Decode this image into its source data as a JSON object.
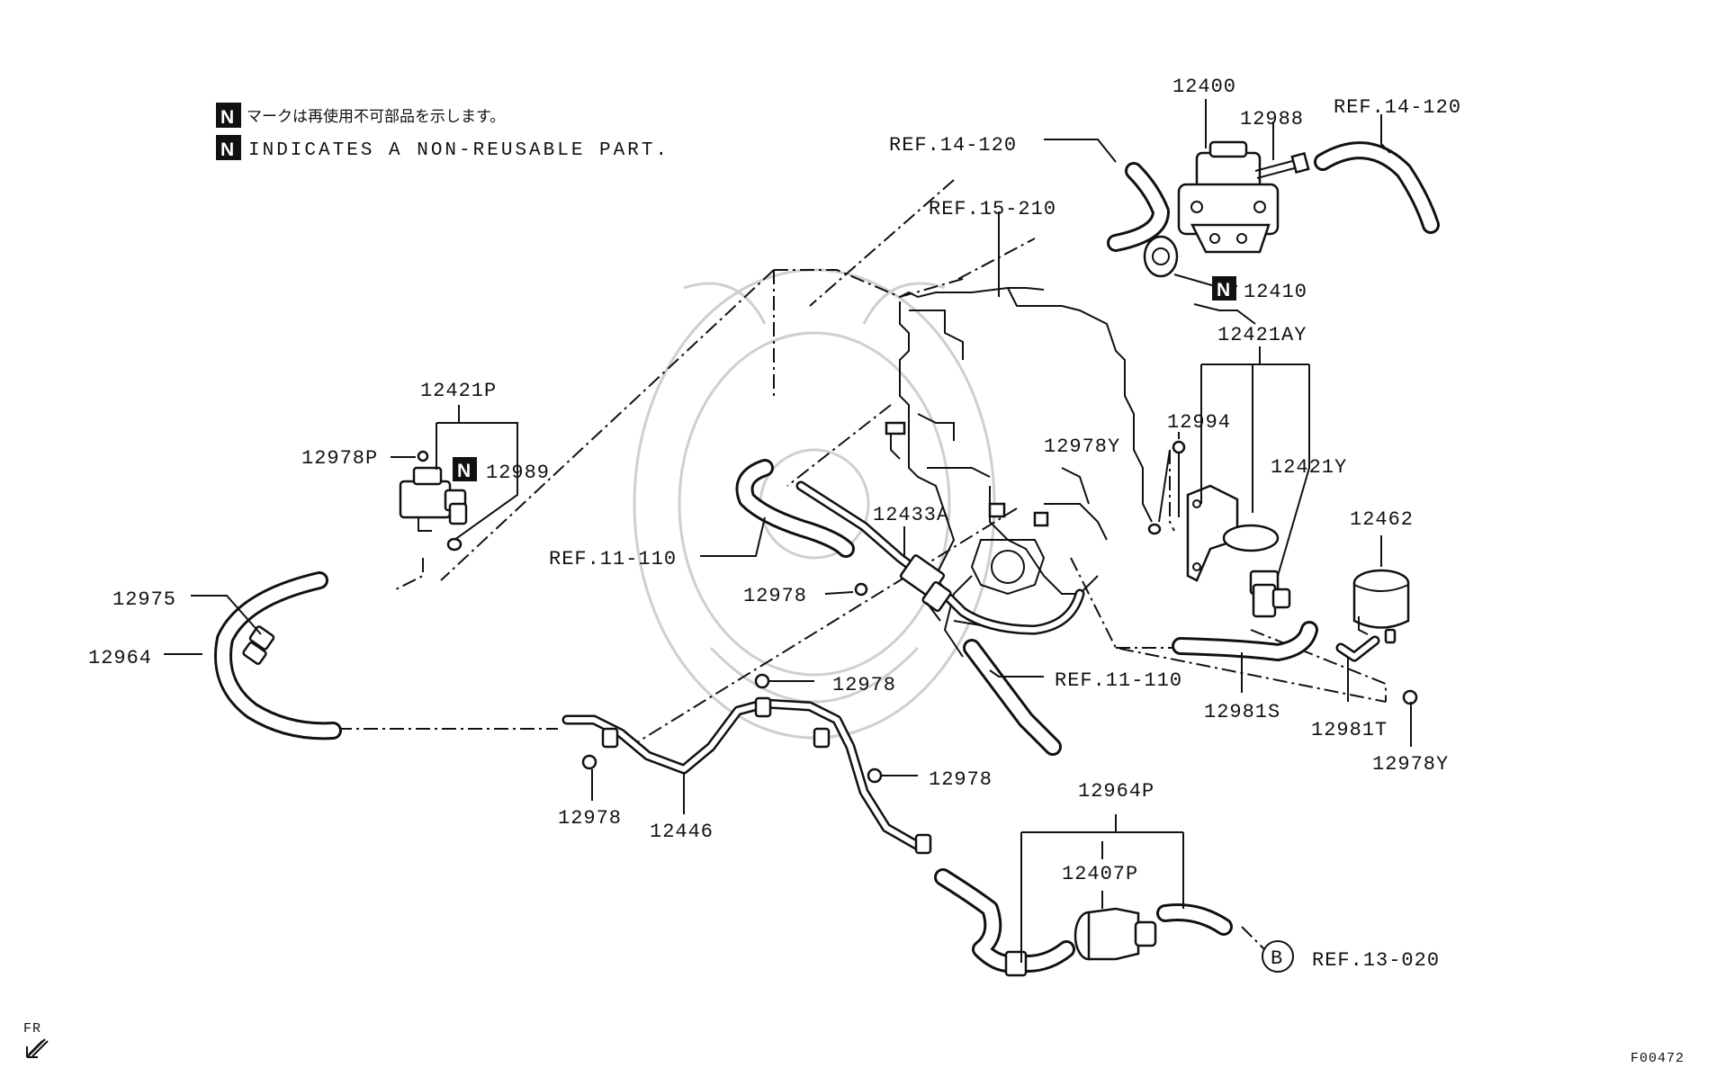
{
  "diagram_code": "F00472",
  "notes": {
    "badge": "N",
    "japanese": "マークは再使用不可部品を示します。",
    "english": "INDICATES A NON-REUSABLE PART."
  },
  "orientation": "FR",
  "circle_ref": "B",
  "labels": {
    "p12400": "12400",
    "p12988": "12988",
    "ref14_120_right": "REF.14-120",
    "ref14_120_left": "REF.14-120",
    "ref15_210": "REF.15-210",
    "p12410": "12410",
    "p12421AY": "12421AY",
    "p12421P": "12421P",
    "p12978P": "12978P",
    "p12989": "12989",
    "p12994": "12994",
    "p12978Y_top": "12978Y",
    "p12421Y": "12421Y",
    "p12462": "12462",
    "p12433A": "12433A",
    "ref11_110_left": "REF.11-110",
    "p12978_a": "12978",
    "p12975": "12975",
    "p12964": "12964",
    "p12978_b": "12978",
    "ref11_110_right": "REF.11-110",
    "p12981S": "12981S",
    "p12981T": "12981T",
    "p12978Y_bottom": "12978Y",
    "p12978_c": "12978",
    "p12978_d": "12978",
    "p12446": "12446",
    "p12964P": "12964P",
    "p12407P": "12407P",
    "ref13_020": "REF.13-020"
  }
}
